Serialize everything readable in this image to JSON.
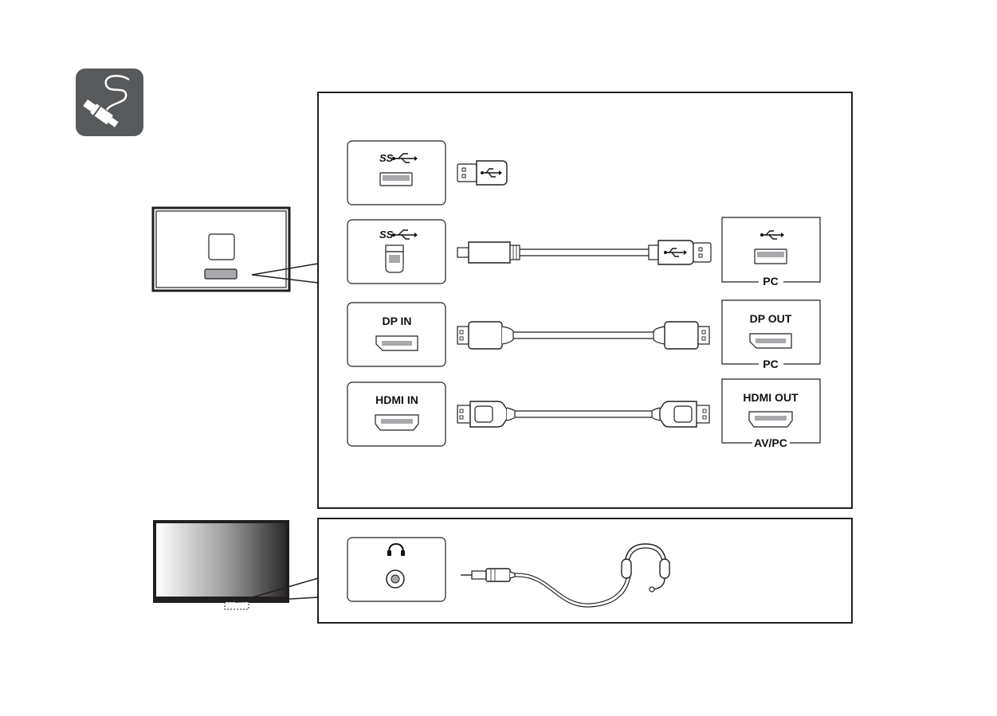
{
  "icon": {
    "name": "cable-connection-icon",
    "bg": "#58595b"
  },
  "ports": {
    "usb_downstream": {
      "icon_name": "superspeed-usb-icon",
      "text": "SS"
    },
    "usb_upstream": {
      "icon_name": "superspeed-usb-icon",
      "text": "SS"
    },
    "dp_in": {
      "label": "DP IN"
    },
    "hdmi_in": {
      "label": "HDMI IN"
    },
    "headphone": {
      "icon_name": "headphone-icon"
    }
  },
  "devices": {
    "pc_usb": {
      "caption": "PC",
      "icon_name": "usb-icon"
    },
    "pc_dp": {
      "label": "DP OUT",
      "caption": "PC"
    },
    "av_hdmi": {
      "label": "HDMI OUT",
      "caption": "AV/PC"
    }
  },
  "colors": {
    "line": "#231f20",
    "port_fill": "#a7a9ac",
    "panel_border": "#231f20"
  }
}
